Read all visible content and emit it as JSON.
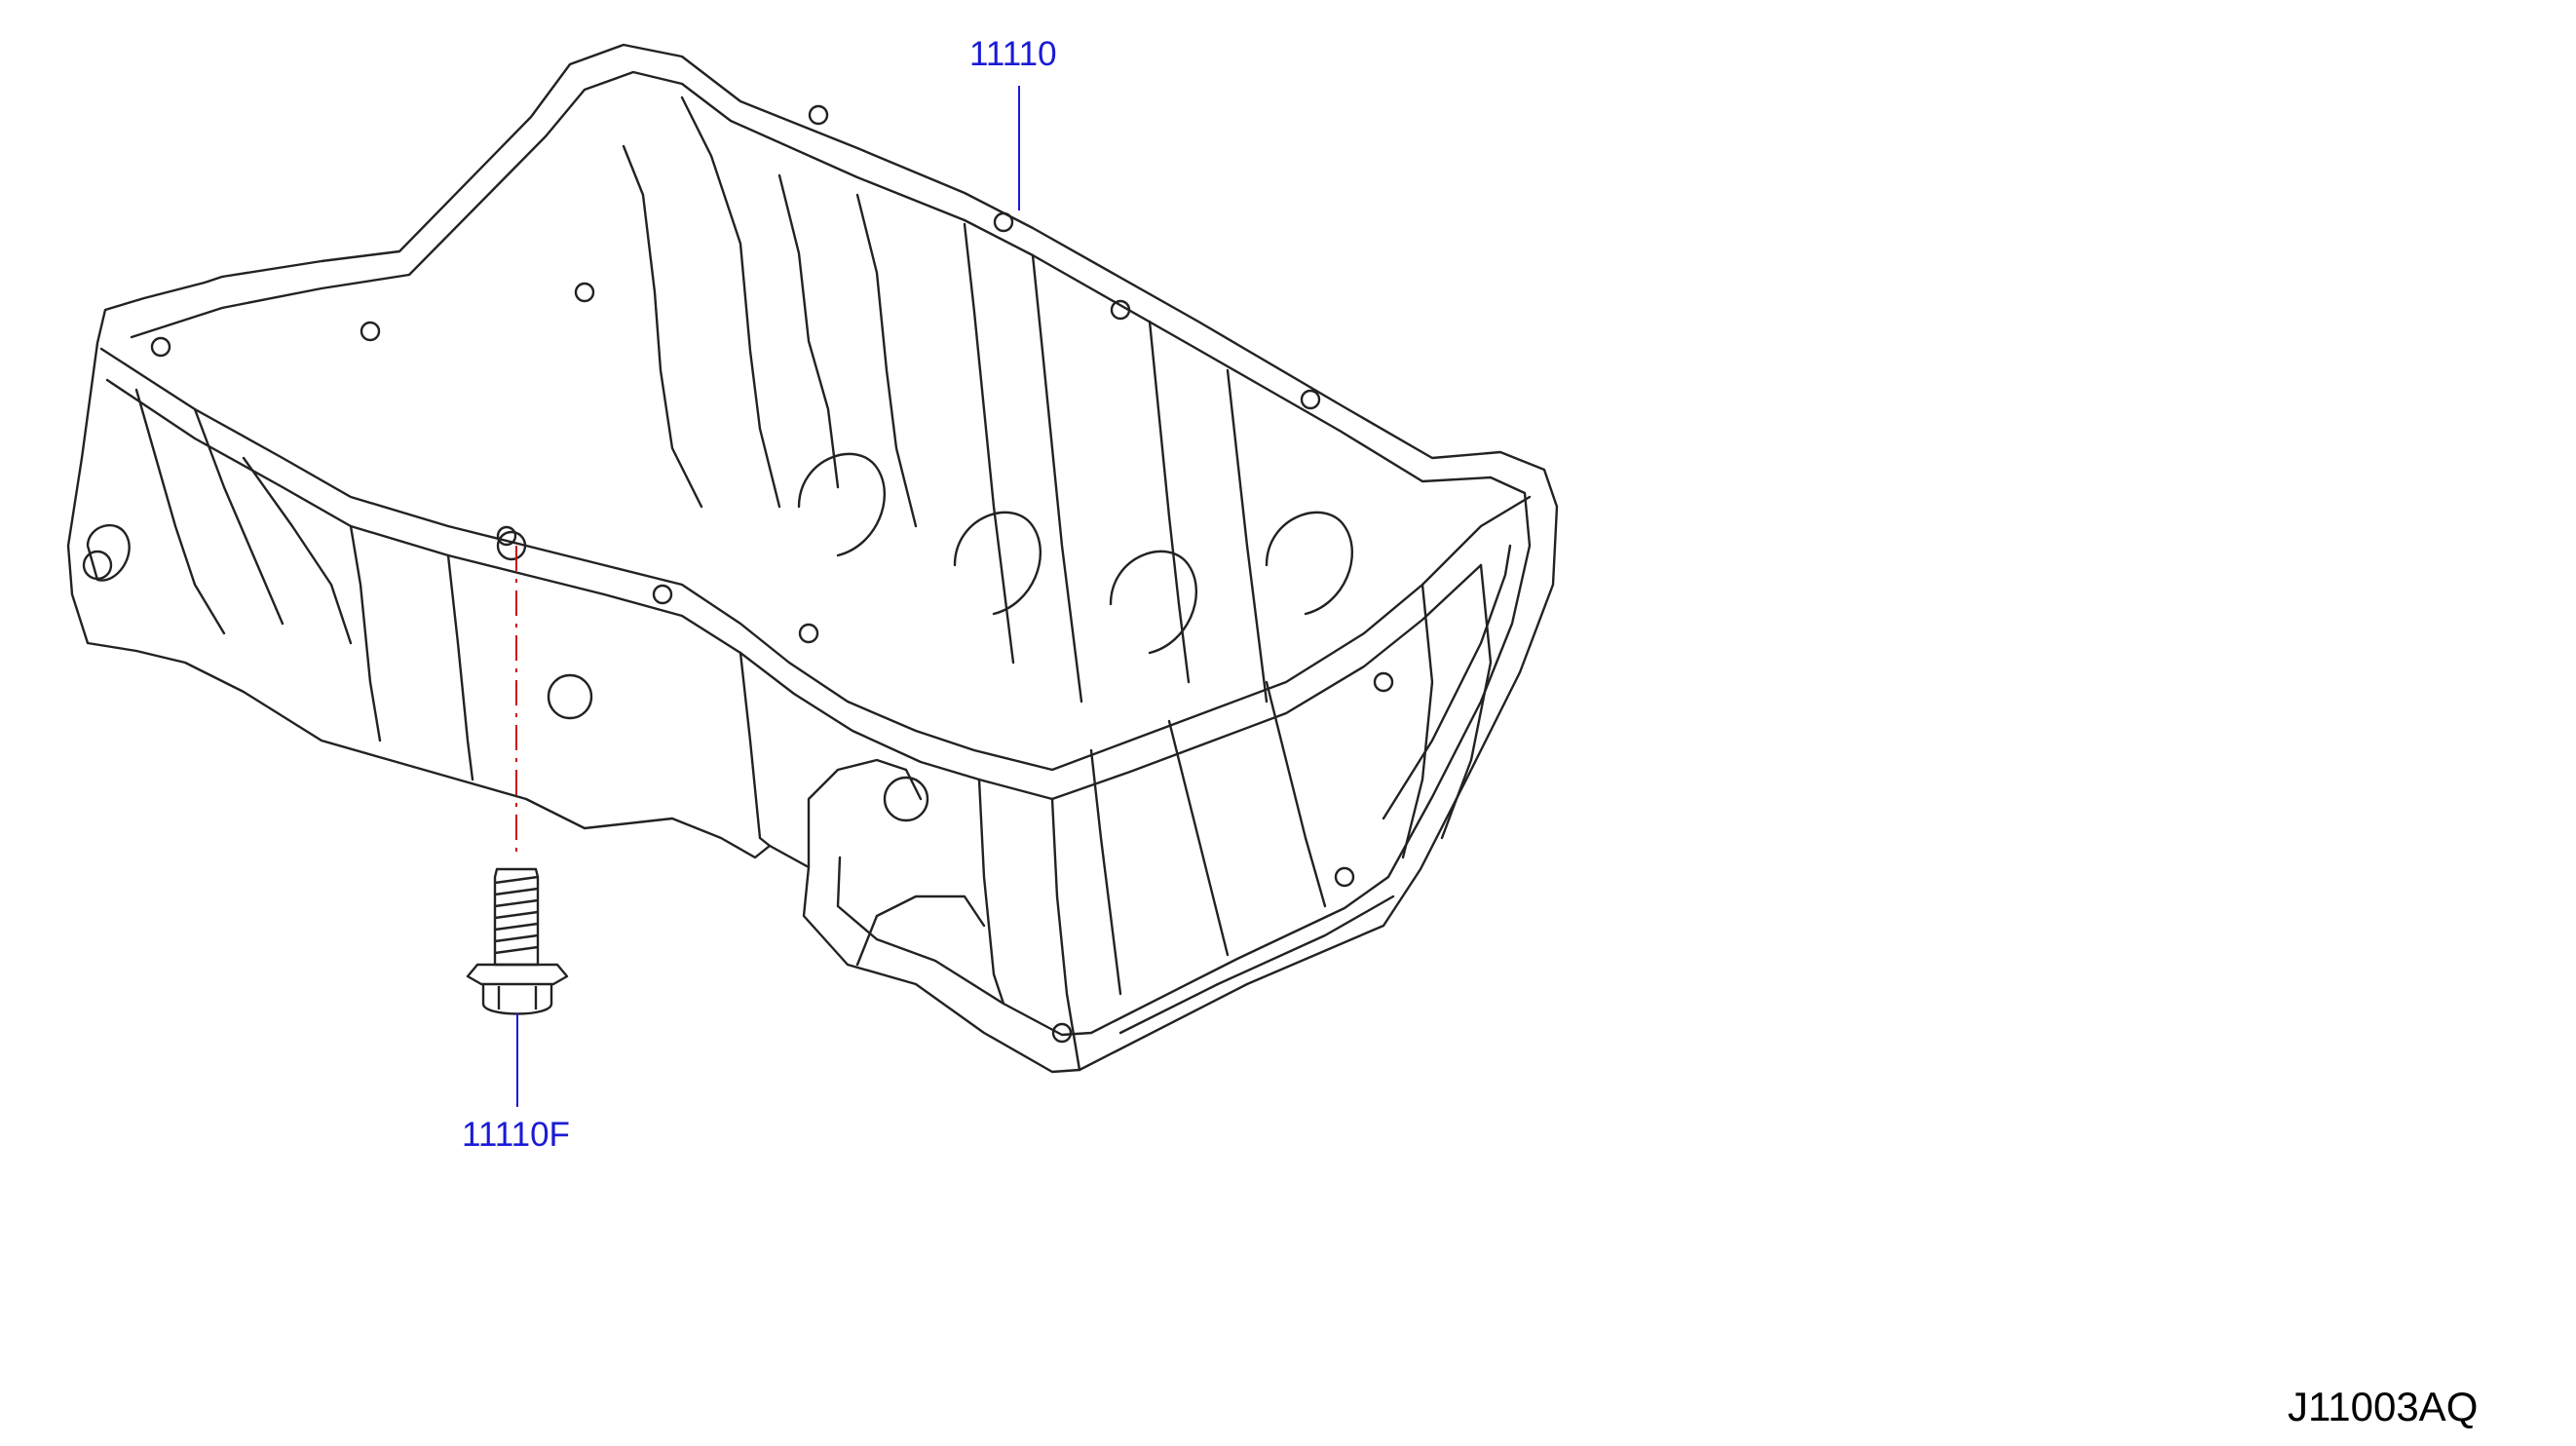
{
  "diagram": {
    "callouts": [
      {
        "id": "oil-pan",
        "part_number": "11110"
      },
      {
        "id": "bolt",
        "part_number": "11110F"
      }
    ],
    "diagram_code": "J11003AQ"
  },
  "colors": {
    "line_art": "#222222",
    "callout_text": "#1a1ad6",
    "callout_leader": "#1a1ad6",
    "center_line": "#cc1111",
    "background": "#ffffff"
  }
}
